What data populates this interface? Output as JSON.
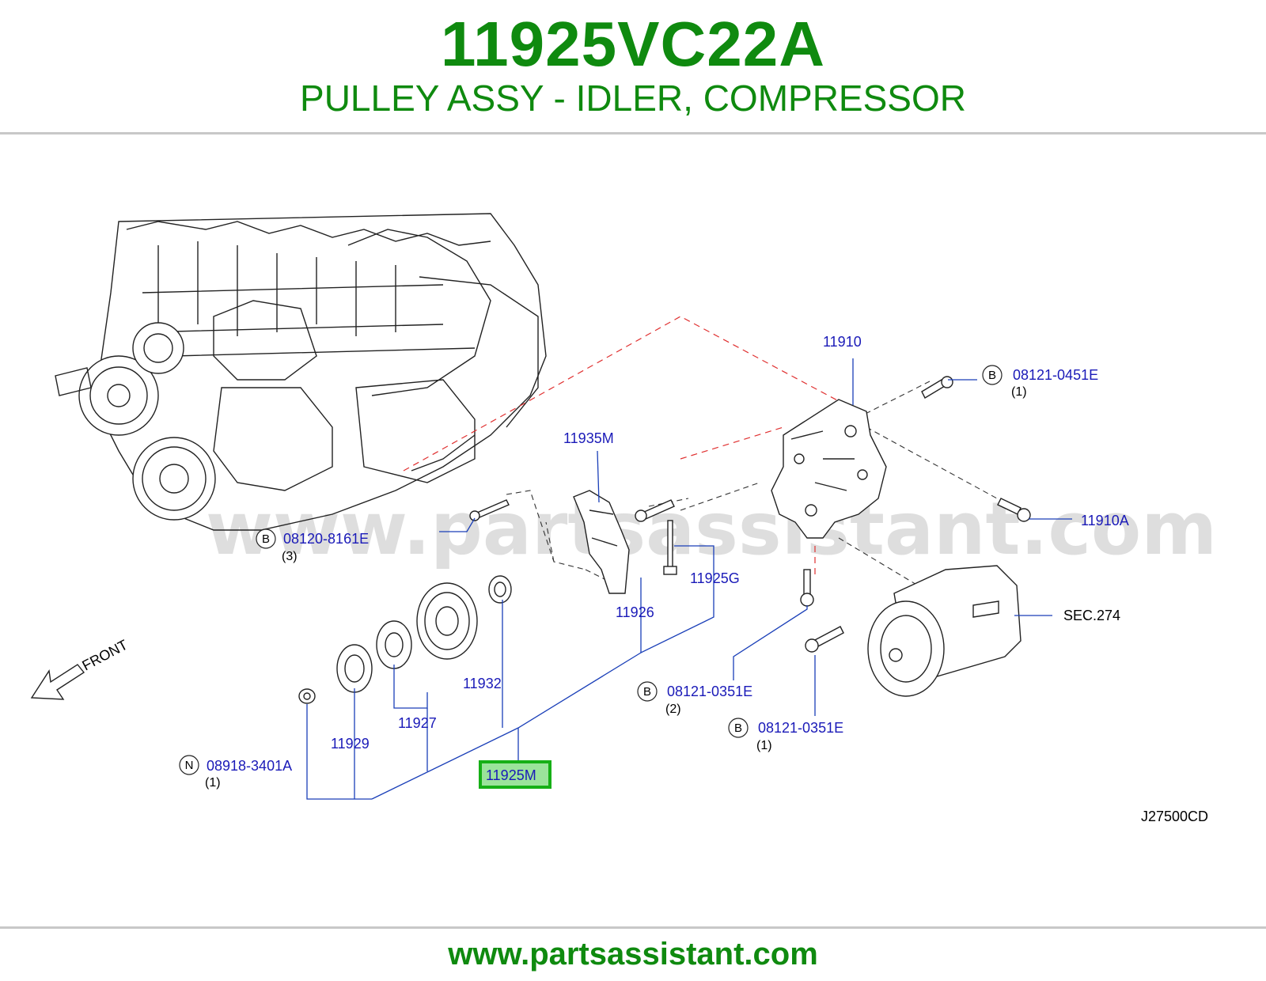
{
  "header": {
    "part_number": "11925VC22A",
    "description": "PULLEY ASSY - IDLER, COMPRESSOR"
  },
  "diagram": {
    "watermark": "www.partsassistant.com",
    "direction_label": "FRONT",
    "diagram_code": "J27500CD",
    "highlighted_callout": "11925M",
    "callouts": {
      "c11910": "11910",
      "c08121_0451E": "08121-0451E",
      "c11935M": "11935M",
      "c11910A": "11910A",
      "c08120_8161E": "08120-8161E",
      "c11925G": "11925G",
      "c11926": "11926",
      "sec274": "SEC.274",
      "c11932": "11932",
      "c08121_0351E_a": "08121-0351E",
      "c08121_0351E_b": "08121-0351E",
      "c11927": "11927",
      "c11929": "11929",
      "c08918_3401A": "08918-3401A",
      "c11925M": "11925M"
    },
    "quantities": {
      "q08121_0451E": "(1)",
      "q08120_8161E": "(3)",
      "q08121_0351E_a": "(2)",
      "q08121_0351E_b": "(1)",
      "q08918_3401A": "(1)"
    },
    "badges": {
      "b08121_0451E": "B",
      "b08120_8161E": "B",
      "b08121_0351E_a": "B",
      "b08121_0351E_b": "B",
      "n08918_3401A": "N"
    },
    "colors": {
      "title_green": "#0f8a0f",
      "callout_blue": "#1a1ab8",
      "highlight_fill": "#9be39b",
      "highlight_border": "#16b016",
      "dashed_red": "#e03030"
    }
  },
  "footer": {
    "url": "www.partsassistant.com"
  }
}
